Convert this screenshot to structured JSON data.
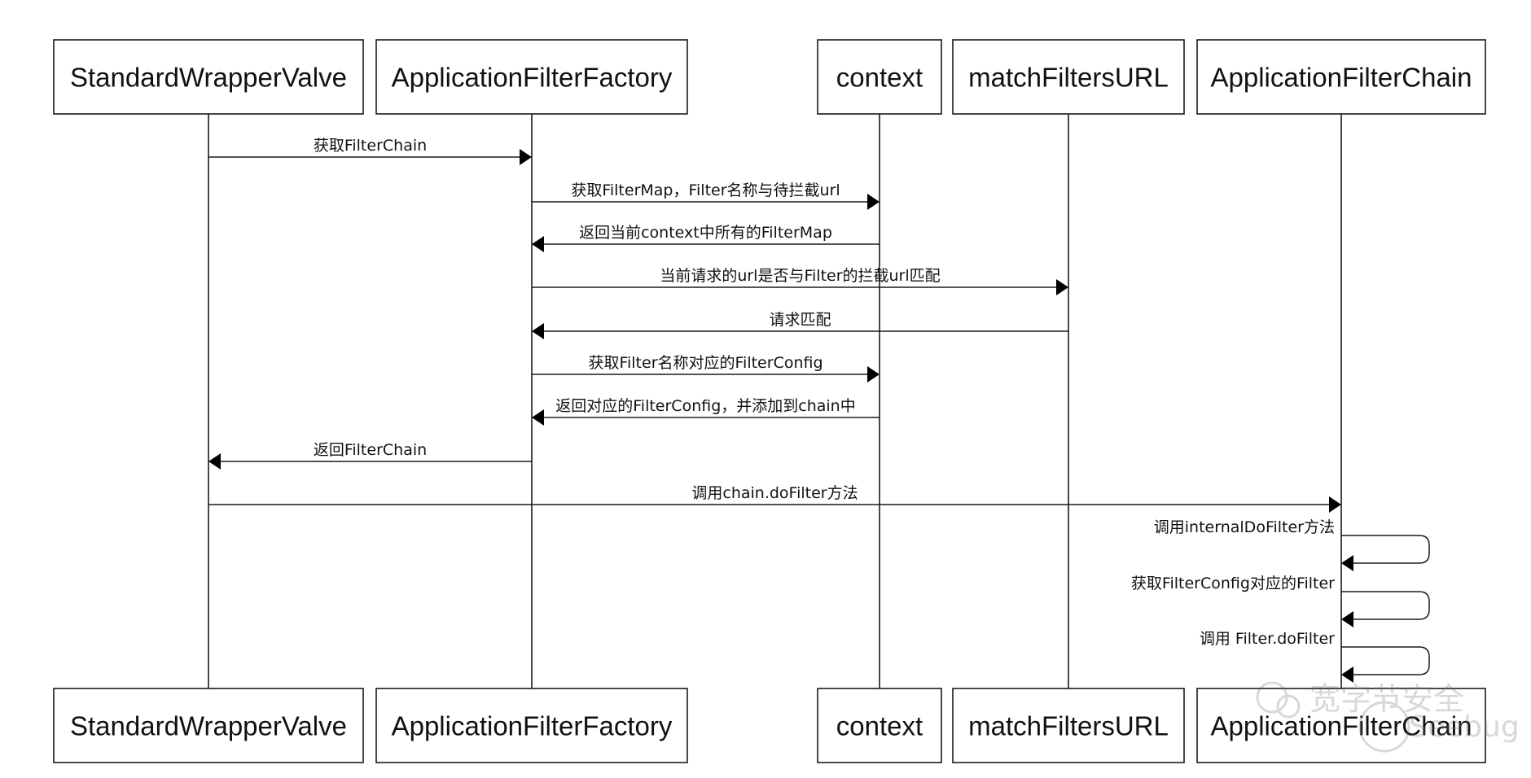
{
  "participants": [
    {
      "id": "swv",
      "label": "StandardWrapperValve"
    },
    {
      "id": "aff",
      "label": "ApplicationFilterFactory"
    },
    {
      "id": "ctx",
      "label": "context"
    },
    {
      "id": "mfu",
      "label": "matchFiltersURL"
    },
    {
      "id": "afc",
      "label": "ApplicationFilterChain"
    }
  ],
  "messages": [
    {
      "from": "swv",
      "to": "aff",
      "label": "获取FilterChain"
    },
    {
      "from": "aff",
      "to": "ctx",
      "label": "获取FilterMap，Filter名称与待拦截url"
    },
    {
      "from": "ctx",
      "to": "aff",
      "label": "返回当前context中所有的FilterMap"
    },
    {
      "from": "aff",
      "to": "mfu",
      "label": "当前请求的url是否与Filter的拦截url匹配"
    },
    {
      "from": "mfu",
      "to": "aff",
      "label": "请求匹配"
    },
    {
      "from": "aff",
      "to": "ctx",
      "label": "获取Filter名称对应的FilterConfig"
    },
    {
      "from": "ctx",
      "to": "aff",
      "label": "返回对应的FilterConfig，并添加到chain中"
    },
    {
      "from": "aff",
      "to": "swv",
      "label": "返回FilterChain"
    },
    {
      "from": "swv",
      "to": "afc",
      "label": "调用chain.doFilter方法"
    },
    {
      "from": "afc",
      "to": "afc",
      "label": "调用internalDoFilter方法"
    },
    {
      "from": "afc",
      "to": "afc",
      "label": "获取FilterConfig对应的Filter"
    },
    {
      "from": "afc",
      "to": "afc",
      "label": "调用 Filter.doFilter"
    }
  ],
  "watermark": {
    "line1": "宽字节安全",
    "line2": "Seebug"
  }
}
